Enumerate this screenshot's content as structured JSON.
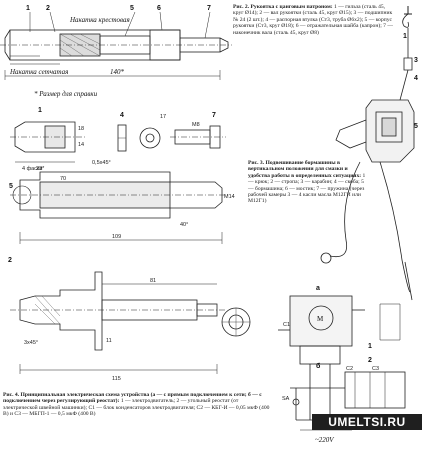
{
  "fig2": {
    "labels": {
      "knurl_cross": "Накатка крестовая",
      "knurl_mesh": "Накатка сетчатая",
      "overall": "140*",
      "note": "* Размер для справки"
    },
    "caption_title": "Рис. 2. Рукоятка с цанговым патроном:",
    "caption_body": "1 — гильза (сталь 45, круг Ø14); 2 — вал рукоятки (сталь 45, круг Ø15); 3 — подшипник № 24 (2 шт.); 4 — распорная втулка (Ст3, труба Ø6х2); 5 — корпус рукоятки (Ст3, круг Ø18); 6 — отражательная шайба (капрон); 7 — наконечник вала (сталь 45, круг Ø8)"
  },
  "fig3": {
    "caption_title": "Рис. 3. Подвешивание бормашины в вертикальном положении для смазки и удобства работы в определенных ситуациях:",
    "caption_body": "1 — крюк; 2 — стропа; 3 — карабин; 4 — скоба; 5 — бормашина; 6 — мостик; 7 — пружина (через рабочей камеры 3 — 4 касли масла М12ГИ или М12Г1)"
  },
  "fig4": {
    "caption_title": "Рис. 4. Принципиальная электрическая схема устройства (а — с прямым подключением к сети; б — с подключением через регулирующий реостат):",
    "caption_body": "1 — электродвигатель; 2 — угольный реостат (от электрической швейной машинки); С1 — блок конденсаторов электродвигателя; С2 — КБГ-И — 0,05 мкФ (400 В) и С3 — МБГП-1 — 0,5 мкФ (400 В)",
    "voltage": "~220V"
  },
  "watermark": "UMELTSI.RU",
  "dims": {
    "d1": "70",
    "d2": "23*",
    "d3": "18",
    "d4": "14",
    "d5": "17",
    "d6": "109",
    "d7": "0,5x45°",
    "d8": "4 фаски",
    "d9": "40°",
    "d10": "81",
    "d11": "115",
    "d12": "M14",
    "d13": "M8",
    "d14": "3x45°",
    "d15": "11"
  },
  "callouts": [
    "1",
    "2",
    "3",
    "4",
    "5",
    "6",
    "7",
    "a",
    "б",
    "M",
    "C1",
    "C2",
    "C3",
    "SA"
  ]
}
